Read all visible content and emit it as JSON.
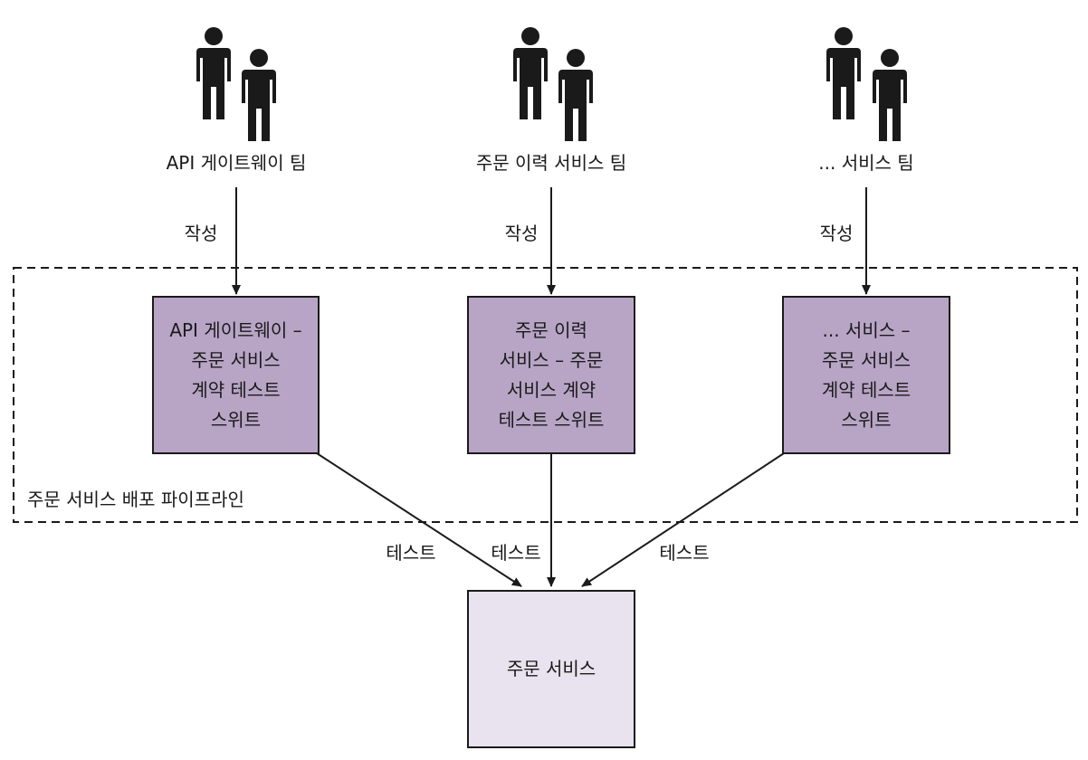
{
  "teams": [
    {
      "label": "API 게이트웨이 팀"
    },
    {
      "label": "주문 이력 서비스 팀"
    },
    {
      "label": "... 서비스 팀"
    }
  ],
  "write_label": "작성",
  "suites": [
    {
      "label": "API 게이트웨이 –\n주문 서비스\n계약 테스트\n스위트"
    },
    {
      "label": "주문 이력\n서비스 – 주문\n서비스 계약\n테스트 스위트"
    },
    {
      "label": "... 서비스 –\n주문 서비스\n계약 테스트\n스위트"
    }
  ],
  "pipeline_label": "주문 서비스 배포 파이프라인",
  "test_label": "테스트",
  "order_service": {
    "label": "주문 서비스"
  },
  "colors": {
    "suite_fill": "#b8a5c6",
    "service_fill": "#e9e3ef",
    "stroke": "#1a1a1a"
  },
  "icons": [
    "people-icon",
    "people-icon",
    "people-icon"
  ]
}
